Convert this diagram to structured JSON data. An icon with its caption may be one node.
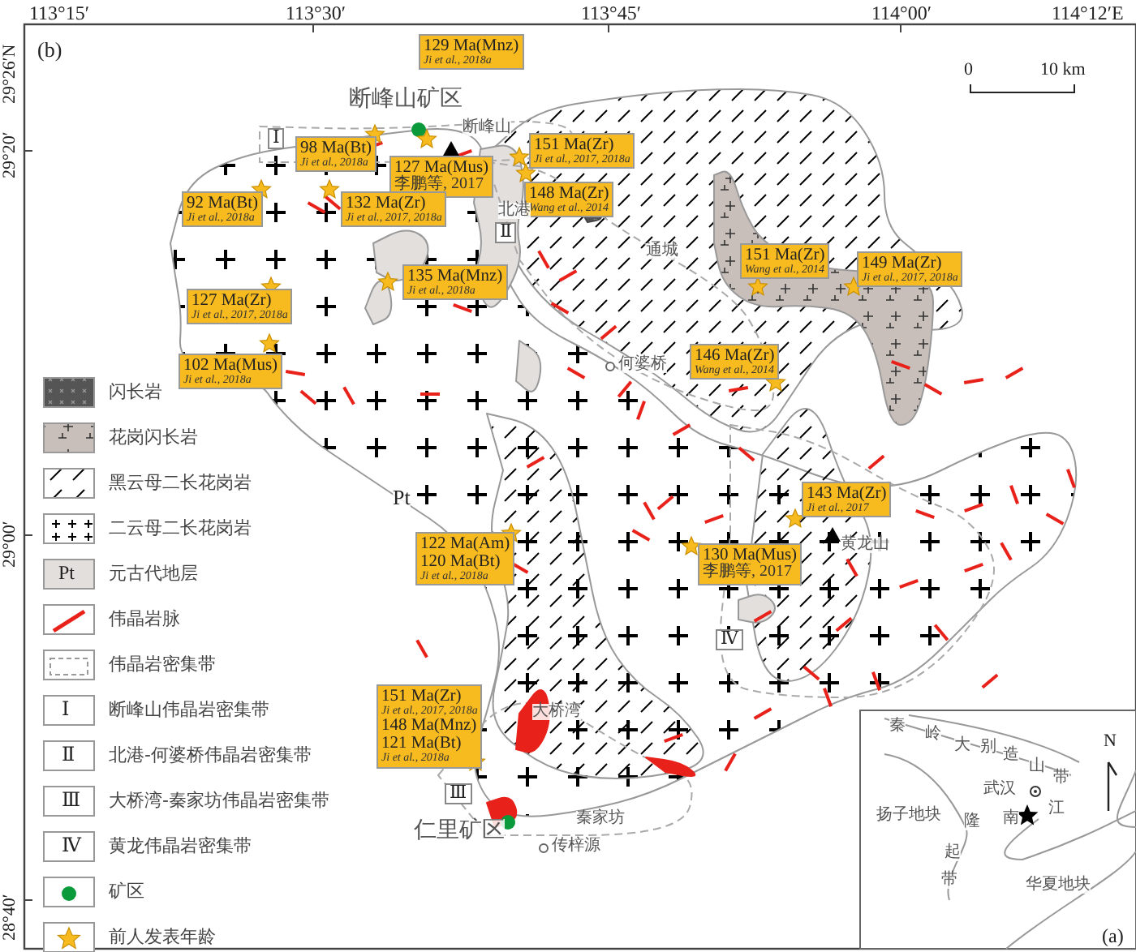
{
  "diagram": {
    "nodes": [
      {
        "text": [
          "129 Ma(Mnz)",
          "Ji *et al.*, 2018a"
        ]
      },
      {
        "text": [
          "98 Ma(Bt)",
          "Ji *et al.*, 2018a"
        ]
      },
      {
        "text": [
          "127 Ma(Mus)",
          "李鹏等, 2017"
        ]
      },
      {
        "text": [
          "151 Ma(Zr)",
          "Ji *et al.*, 2017, 2018a"
        ]
      },
      {
        "text": [
          "148 Ma(Zr)",
          "Wang *et al.*, 2014"
        ]
      },
      {
        "text": [
          "92 Ma(Bt)",
          "Ji *et al.*, 2018a"
        ]
      },
      {
        "text": [
          "132 Ma(Zr)",
          "Ji *et al.*, 2017, 2018a"
        ]
      },
      {
        "text": [
          "135 Ma(Mnz)",
          "Ji *et al.*, 2018a"
        ]
      },
      {
        "text": [
          "151 Ma(Zr)",
          "Wang *et al.*, 2014"
        ]
      },
      {
        "text": [
          "149 Ma(Zr)",
          "Ji *et al.*, 2017, 2018a"
        ]
      },
      {
        "text": [
          "127 Ma(Zr)",
          "Ji *et al.*, 2017, 2018a"
        ]
      },
      {
        "text": [
          "102 Ma(Mus)",
          "Ji *et al.*, 2018a"
        ]
      },
      {
        "text": [
          "146 Ma(Zr)",
          "Wang *et al.*, 2014"
        ]
      },
      {
        "text": [
          "143 Ma(Zr)",
          "Ji *et al.*, 2017"
        ]
      },
      {
        "text": [
          "122 Ma(Am)",
          "120 Ma(Bt)",
          "Ji *et al.*, 2018a"
        ]
      },
      {
        "text": [
          "130 Ma(Mus)",
          "李鹏等, 2017"
        ]
      },
      {
        "text": [
          "151 Ma(Zr)",
          "Ji *et al.*, 2017, 2018a",
          "148 Ma(Mnz)",
          "121 Ma(Bt)",
          "Ji *et al.*, 2018a"
        ]
      }
    ],
    "labels": [
      "113°15′",
      "113°30′",
      "113°45′",
      "114°00′",
      "114°12′E",
      "29°26′N",
      "29°20′",
      "29°00′",
      "28°40′",
      "(b)",
      "0",
      "10 km",
      "断峰山矿区",
      "断峰山",
      "Ⅰ",
      "北港",
      "Ⅱ",
      "通城",
      "何婆桥",
      "Pt",
      "黄龙山",
      "Ⅳ",
      "大桥湾",
      "Ⅲ",
      "仁里矿区",
      "秦家坊",
      "传梓源",
      "Pt",
      "Ⅰ",
      "Ⅱ",
      "Ⅲ",
      "Ⅳ",
      "秦",
      "岭",
      "大",
      "别",
      "造",
      "山",
      "带",
      "武汉",
      "扬子地块",
      "隆",
      "南",
      "江",
      "起",
      "带",
      "华夏地块",
      "N",
      "(a)"
    ],
    "legend": [
      {
        "text": "闪长岩"
      },
      {
        "text": "花岗闪长岩"
      },
      {
        "text": "黑云母二长花岗岩"
      },
      {
        "text": "二云母二长花岗岩"
      },
      {
        "text": "元古代地层"
      },
      {
        "text": "伟晶岩脉"
      },
      {
        "text": "伟晶岩密集带"
      },
      {
        "text": "断峰山伟晶岩密集带"
      },
      {
        "text": "北港-何婆桥伟晶岩密集带"
      },
      {
        "text": "大桥湾-秦家坊伟晶岩密集带"
      },
      {
        "text": "黄龙伟晶岩密集带"
      },
      {
        "text": "矿区"
      },
      {
        "text": "前人发表年龄"
      }
    ]
  }
}
